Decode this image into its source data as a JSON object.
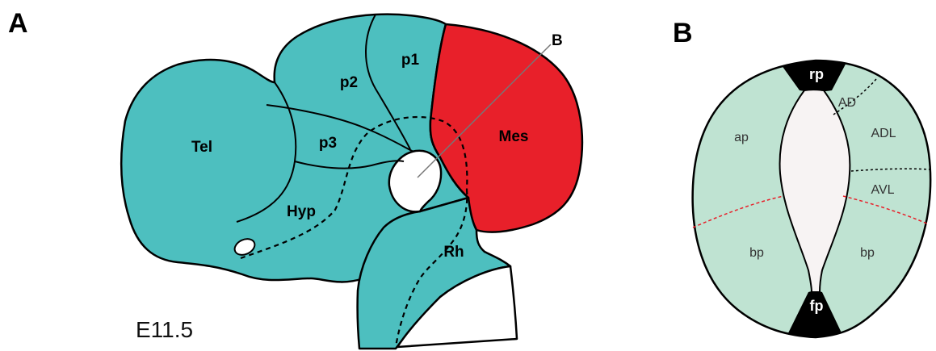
{
  "panels": {
    "a_letter": "A",
    "b_letter": "B"
  },
  "panel_a": {
    "stage": "E11.5",
    "section_plane_label": "B",
    "regions": {
      "tel": "Tel",
      "hyp": "Hyp",
      "p3": "p3",
      "p2": "p2",
      "p1": "p1",
      "mes": "Mes",
      "rh": "Rh"
    }
  },
  "panel_b": {
    "regions": {
      "rp": "rp",
      "fp": "fp",
      "ap": "ap",
      "ad": "AD",
      "adl": "ADL",
      "avl": "AVL",
      "bp_left": "bp",
      "bp_right": "bp"
    }
  },
  "colors": {
    "teal": "#4dbfbf",
    "red": "#e8202a",
    "pale_green": "#bfe3d2",
    "lumen": "#f7f3f3",
    "black": "#000000",
    "red_dashed": "#e8202a"
  }
}
